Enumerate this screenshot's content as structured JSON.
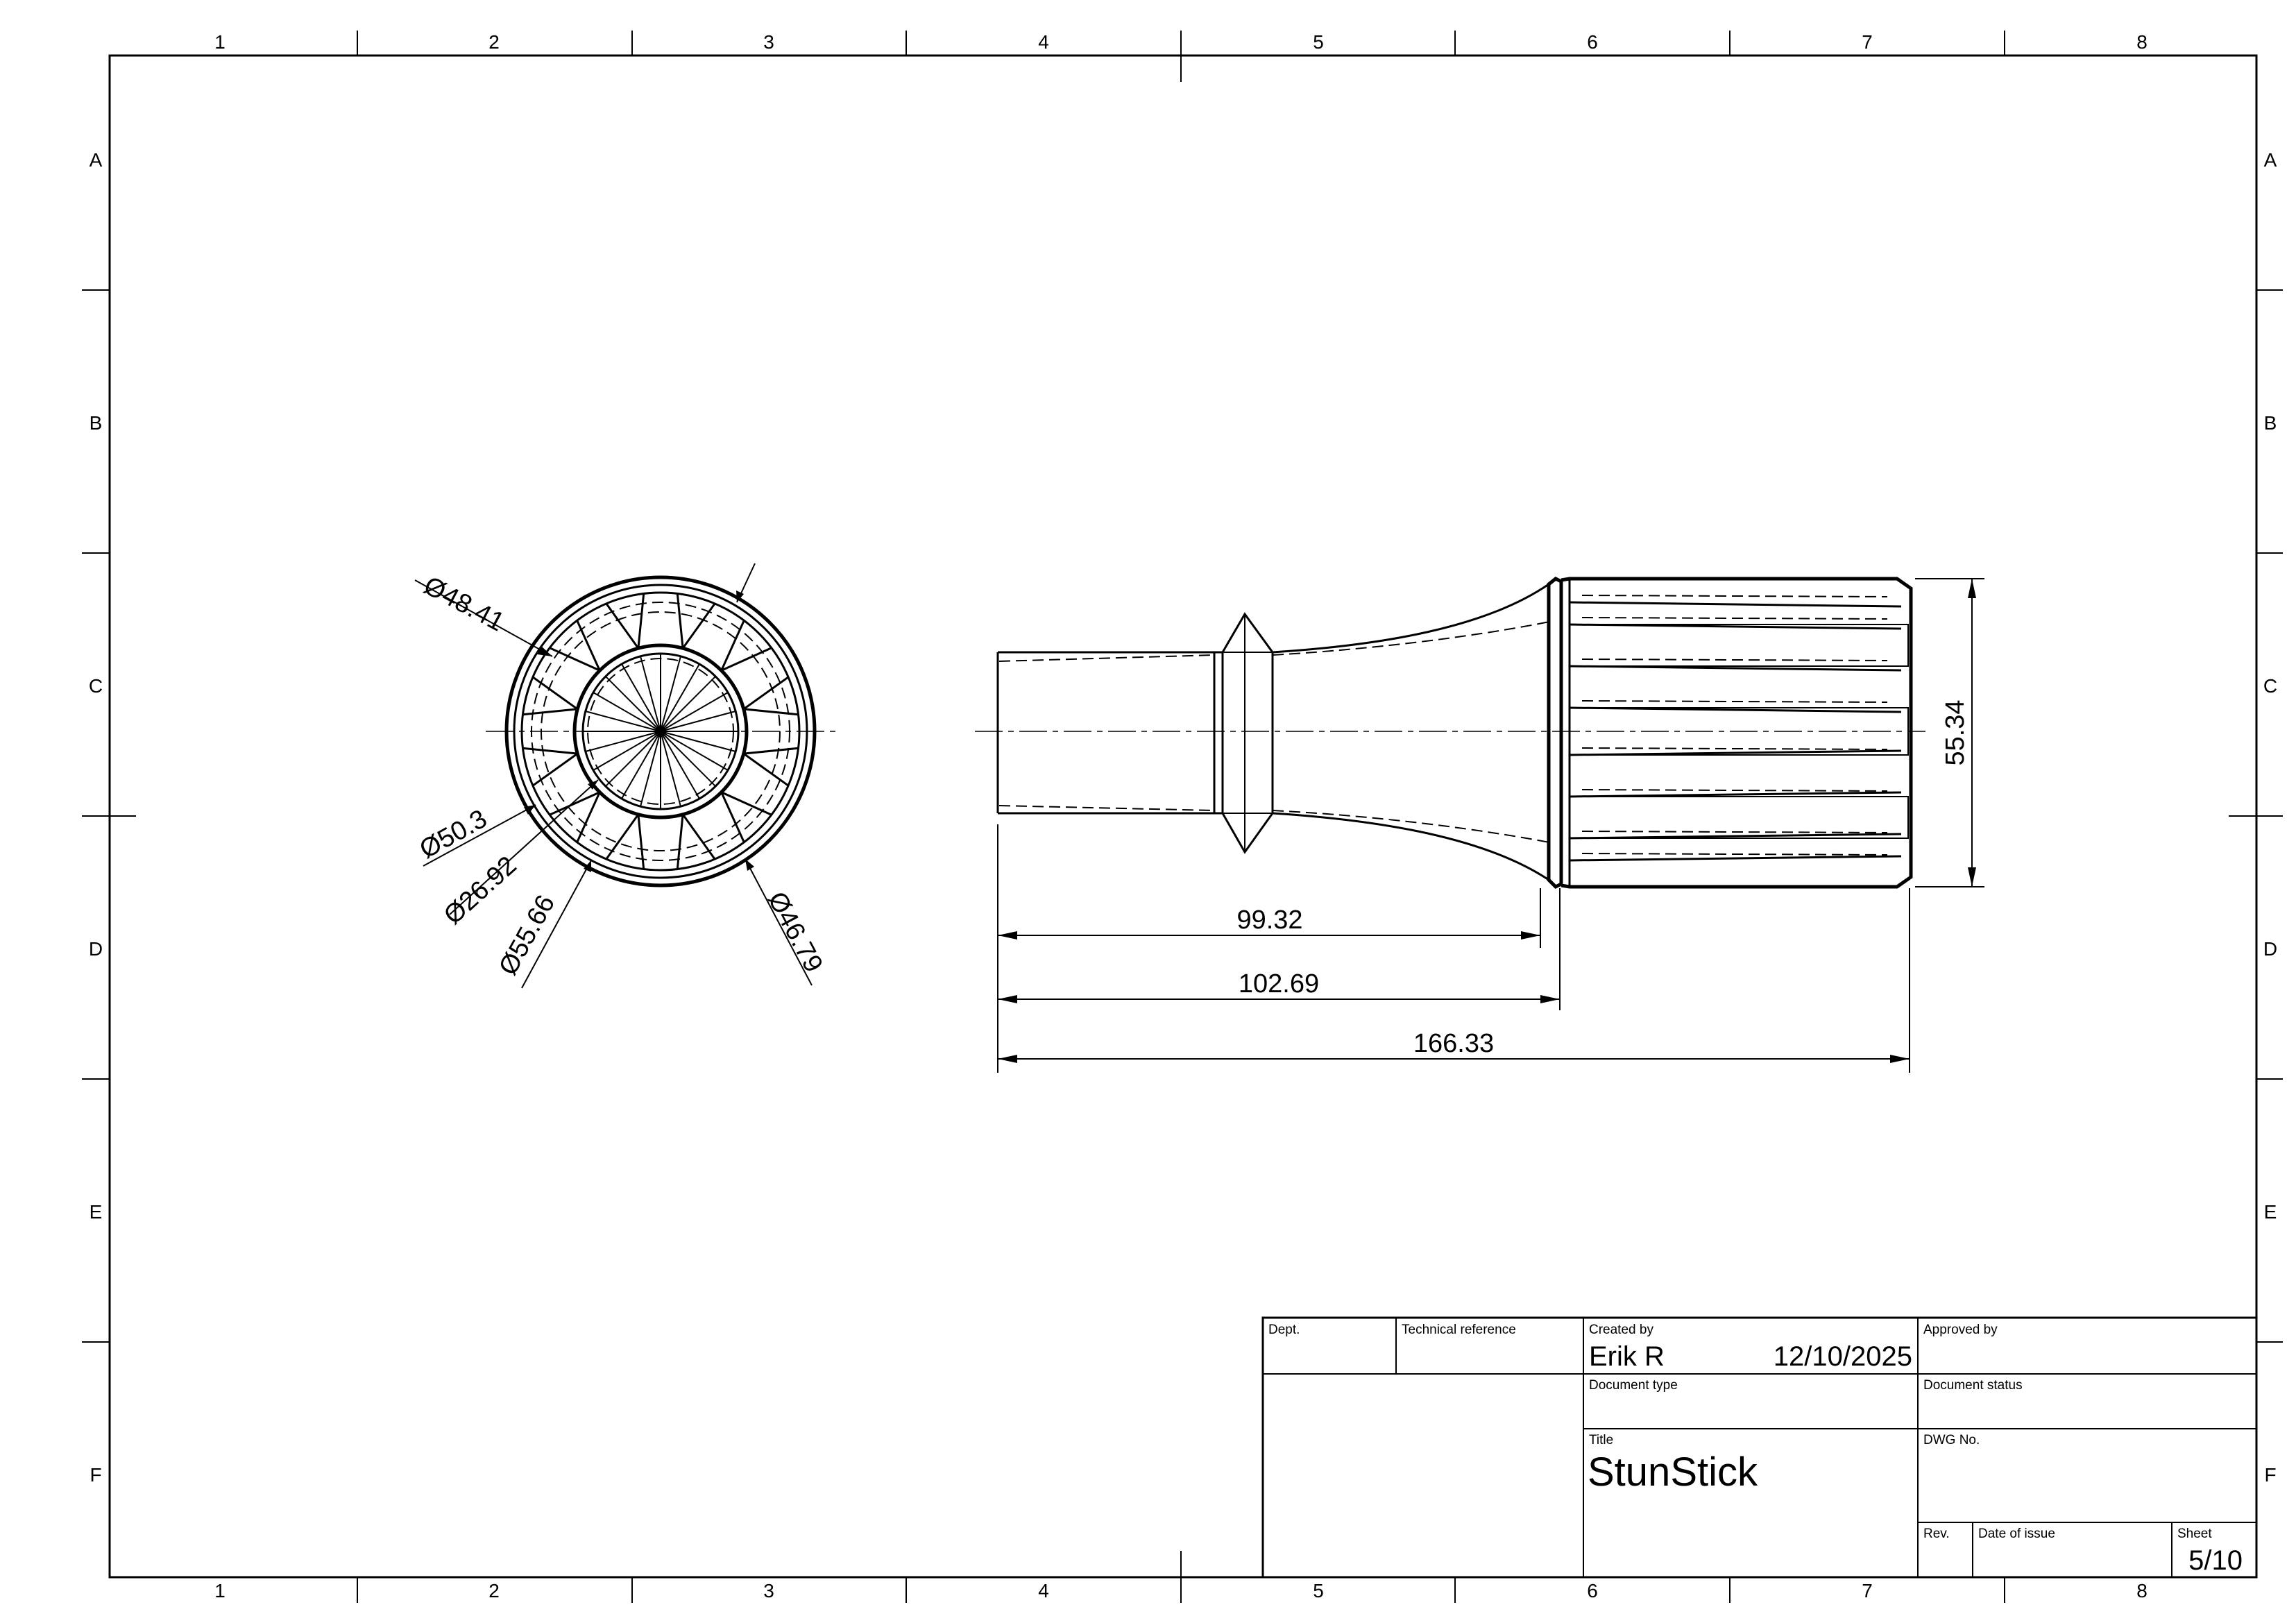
{
  "drawing": {
    "zones": {
      "columns": [
        "1",
        "2",
        "3",
        "4",
        "5",
        "6",
        "7",
        "8"
      ],
      "rows": [
        "A",
        "B",
        "C",
        "D",
        "E",
        "F"
      ]
    },
    "dimensions": {
      "d_48_41": "Ø48.41",
      "d_50_3": "Ø50.3",
      "d_26_92": "Ø26.92",
      "d_55_66": "Ø55.66",
      "d_46_79": "Ø46.79",
      "l_99_32": "99.32",
      "l_102_69": "102.69",
      "l_166_33": "166.33",
      "h_55_34": "55.34"
    }
  },
  "title_block": {
    "dept_label": "Dept.",
    "tech_ref_label": "Technical reference",
    "created_by_label": "Created by",
    "created_by": "Erik R",
    "created_date": "12/10/2025",
    "approved_by_label": "Approved by",
    "doc_type_label": "Document type",
    "doc_status_label": "Document status",
    "title_label": "Title",
    "title": "StunStick",
    "dwg_no_label": "DWG No.",
    "rev_label": "Rev.",
    "date_of_issue_label": "Date of issue",
    "sheet_label": "Sheet",
    "sheet": "5/10"
  }
}
